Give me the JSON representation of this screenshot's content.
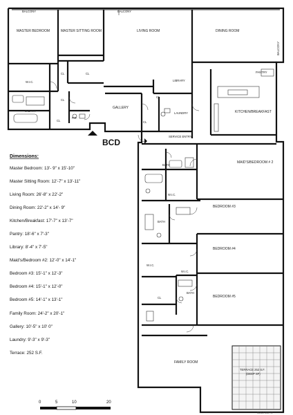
{
  "entry_marker": "BCD",
  "rooms": {
    "balcony_left": "BALCONY",
    "balcony_mid": "BALCONY",
    "balcony_right": "BALCONY",
    "master_bedroom": "MASTER BEDROOM",
    "master_sitting": "MASTER SITTING ROOM",
    "living_room": "LIVING ROOM",
    "dining_room": "DINING ROOM",
    "pantry": "PANTRY",
    "library": "LIBRARY",
    "wic_master": "W.I.C.",
    "cl_1": "CL",
    "cl_2": "CL",
    "cl_3": "CL",
    "cl_4": "CL",
    "cl_5": "CL",
    "cl_6": "CL",
    "cl_7": "CL",
    "master_bath": "M.BATH",
    "pr": "P.R.",
    "gallery": "GALLERY",
    "laundry": "LAUNDRY",
    "kitchen": "KITCHEN/BREAKFAST",
    "service_entry": "SERVICE ENTRY",
    "maids_bedroom": "MAID'S/BEDROOM # 2",
    "bath_1": "BATH",
    "bath_2": "BATH",
    "bath_3": "BATH",
    "wic_1": "W.I.C.",
    "wic_2": "W.I.C.",
    "wic_3": "W.I.C.",
    "bedroom_3": "BEDROOM #3",
    "bedroom_4": "BEDROOM #4",
    "bedroom_5": "BEDROOM #5",
    "family_room": "FAMILY ROOM",
    "terrace": "TERRACE 252 S.F.",
    "terrace_sub": "(DEEP SF)"
  },
  "dimensions": {
    "title": "Dimensions:",
    "lines": [
      "Master Bedroom: 13'- 9\" x 15'-10\"",
      "Master Sitting Room: 12'-7\" x 13'-11\"",
      "Living Room: 26'-8\" x 22'-2\"",
      "Dining Room: 22'-2\" x 14'- 9\"",
      "Kitchen/Breakfast: 17'-7\" x 13'-7\"",
      "Pantry: 18'-6\" x 7'-3\"",
      "Library: 8'-4\" x 7'-5\"",
      "Maid's/Bedroom #2: 12'-0\" x 14'-1\"",
      "Bedroom #3: 15'-1\" x 12'-3\"",
      "Bedroom #4: 15'-1\" x 12'-0\"",
      "Bedroom #5: 14'-1\" x 13'-1\"",
      "Family Room: 24'-2\" x 20'-1\"",
      "Gallery: 10'-5\" x 10' 0\"",
      "Laundry: 9'-3\" x 9'-3\"",
      "Terrace: 252 S.F."
    ]
  },
  "scale_bar": {
    "ticks": [
      "0",
      "5",
      "10",
      "20"
    ]
  },
  "footnote": "SCALE 3/64\"=1'"
}
